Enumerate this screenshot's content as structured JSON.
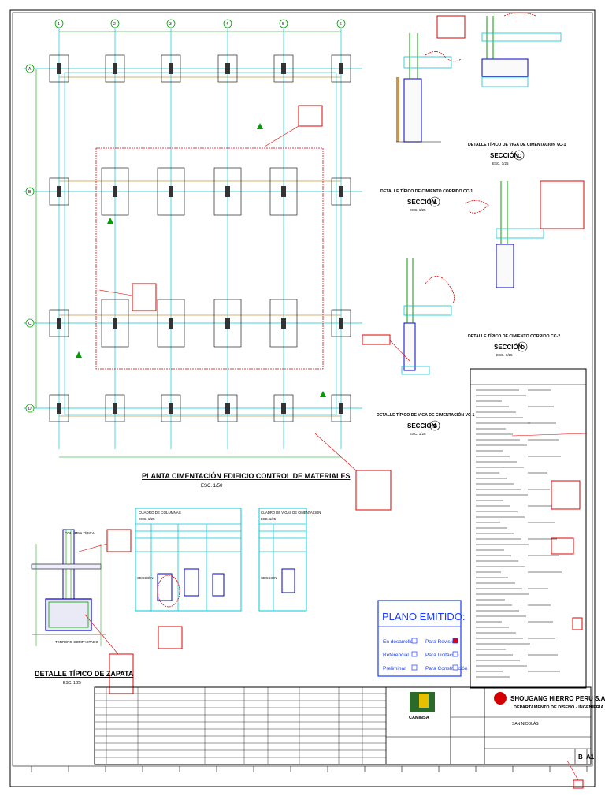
{
  "plan": {
    "title": "PLANTA CIMENTACIÓN EDIFICIO CONTROL DE MATERIALES",
    "scale": "ESC. 1/50",
    "grid_columns": [
      "1",
      "2",
      "3",
      "4",
      "5",
      "6"
    ],
    "grid_rows": [
      "A",
      "B",
      "C",
      "D"
    ]
  },
  "footing_detail": {
    "title": "DETALLE TÍPICO DE ZAPATA",
    "scale": "ESC. 1/25",
    "labels": [
      "COLUMNA TÍPICA",
      "TERRENO COMPACTADO"
    ]
  },
  "sections": [
    {
      "title": "DETALLE TÍPICO DE CIMIENTO CORRIDO CC-1",
      "section_label": "SECCIÓN",
      "section_letter": "A",
      "scale": "ESC. 1/25"
    },
    {
      "title": "DETALLE TÍPICO DE VIGA DE CIMENTACIÓN VC-1",
      "section_label": "SECCIÓN",
      "section_letter": "B",
      "scale": "ESC. 1/25"
    },
    {
      "title": "DETALLE TÍPICO DE VIGA DE CIMENTACIÓN VC-1",
      "section_label": "SECCIÓN",
      "section_letter": "C",
      "scale": "ESC. 1/25"
    },
    {
      "title": "DETALLE TÍPICO DE CIMIENTO CORRIDO CC-2",
      "section_label": "SECCIÓN",
      "section_letter": "D",
      "scale": "ESC. 1/25"
    }
  ],
  "column_table": {
    "title": "CUADRO DE COLUMNAS",
    "scale": "ESC. 1/25",
    "row_label": "SECCIÓN"
  },
  "beam_table": {
    "title": "CUADRO DE VIGAS DE CIMENTACIÓN",
    "scale": "ESC. 1/25",
    "row_label": "SECCIÓN"
  },
  "plano_emitido": {
    "title": "PLANO EMITIDO:",
    "options": [
      {
        "label": "En desarrollo",
        "checked": false
      },
      {
        "label": "Para Revisión",
        "checked": true
      },
      {
        "label": "Referencial",
        "checked": false
      },
      {
        "label": "Para Licitación",
        "checked": false
      },
      {
        "label": "Preliminar",
        "checked": false
      },
      {
        "label": "Para Construcción",
        "checked": false
      }
    ]
  },
  "title_block": {
    "logo_text": "CAMINSA",
    "company": "SHOUGANG HIERRO PERU S.A.A.",
    "department": "DEPARTAMENTO DE DISEÑO - INGENIERÍA",
    "location": "SAN NICOLÁS",
    "sheet_size": "A1",
    "revision": "B"
  },
  "colors": {
    "grid_line": "#00c8d8",
    "annotation_red": "#e00000",
    "structure": "#0000cc",
    "plano_blue": "#1a3cff",
    "dimension_green": "#00a000",
    "beam_orange": "#c89650"
  }
}
